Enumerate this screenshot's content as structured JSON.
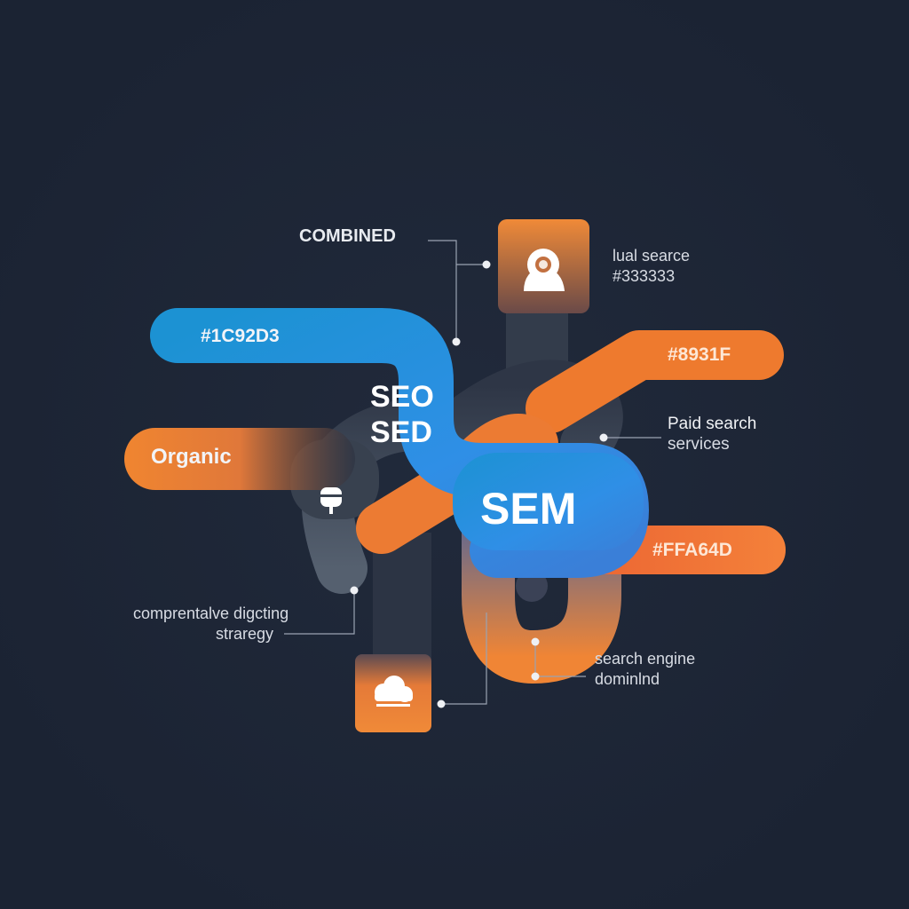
{
  "labels": {
    "combined": "COMBINED",
    "visual_search": [
      "lual searce",
      "#333333"
    ],
    "blue_hex": "#1C92D3",
    "orange_hex_top": "#8931F",
    "paid_search": [
      "Paid search",
      "services"
    ],
    "organic": "Organic",
    "seo": "SEO",
    "sed": "SED",
    "sem": "SEM",
    "orange_hex_bottom": "#FFA64D",
    "strategy": [
      "comprentalve digcting",
      "straregy"
    ],
    "search_engine": [
      "search engine",
      "dominlnd"
    ]
  },
  "colors": {
    "background": "#1d2536",
    "blue": "#1C92D3",
    "orange": "#F07A2E",
    "dark_pipe": "#3a4352"
  },
  "icons": [
    "user-webcam-icon",
    "cloud-icon",
    "lamp-icon"
  ]
}
